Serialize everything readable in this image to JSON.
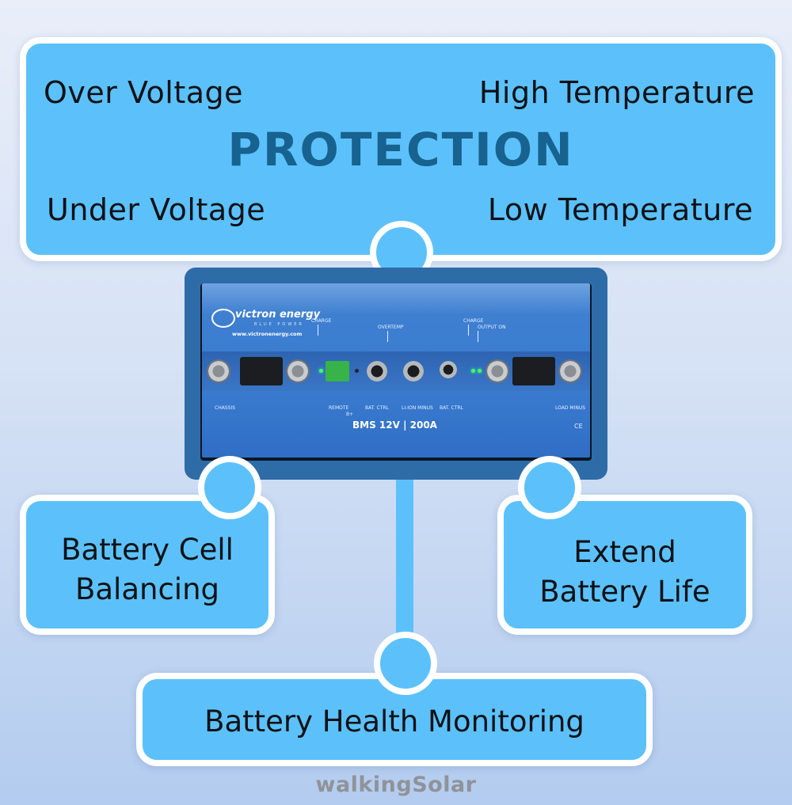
{
  "protection": {
    "title": "PROTECTION",
    "items": [
      "Over Voltage",
      "High Temperature",
      "Under Voltage",
      "Low Temperature"
    ]
  },
  "features": {
    "left": [
      "Battery Cell",
      "Balancing"
    ],
    "right": [
      "Extend",
      "Battery Life"
    ],
    "bottom": "Battery Health Monitoring"
  },
  "device": {
    "brand": "victron energy",
    "brand_sub": "BLUE POWER",
    "url": "www.victronenergy.com",
    "model": "BMS 12V | 200A",
    "labels": {
      "charge_left": "CHARGE",
      "overtemp": "OVERTEMP",
      "charge_right": "CHARGE",
      "output_on": "OUTPUT ON",
      "chassis": "CHASSIS",
      "remote": "REMOTE",
      "b_plus": "B+",
      "bat_ctrl_1": "BAT. CTRL",
      "li_ion_minus": "LI-ION MINUS",
      "bat_ctrl_2": "BAT. CTRL",
      "load_minus": "LOAD MINUS",
      "ce": "CE"
    }
  },
  "footer": {
    "brand": "walkingSolar"
  },
  "colors": {
    "box_fill": "#5cc1fb",
    "title": "#17628f",
    "device": "#2e6ca8"
  }
}
